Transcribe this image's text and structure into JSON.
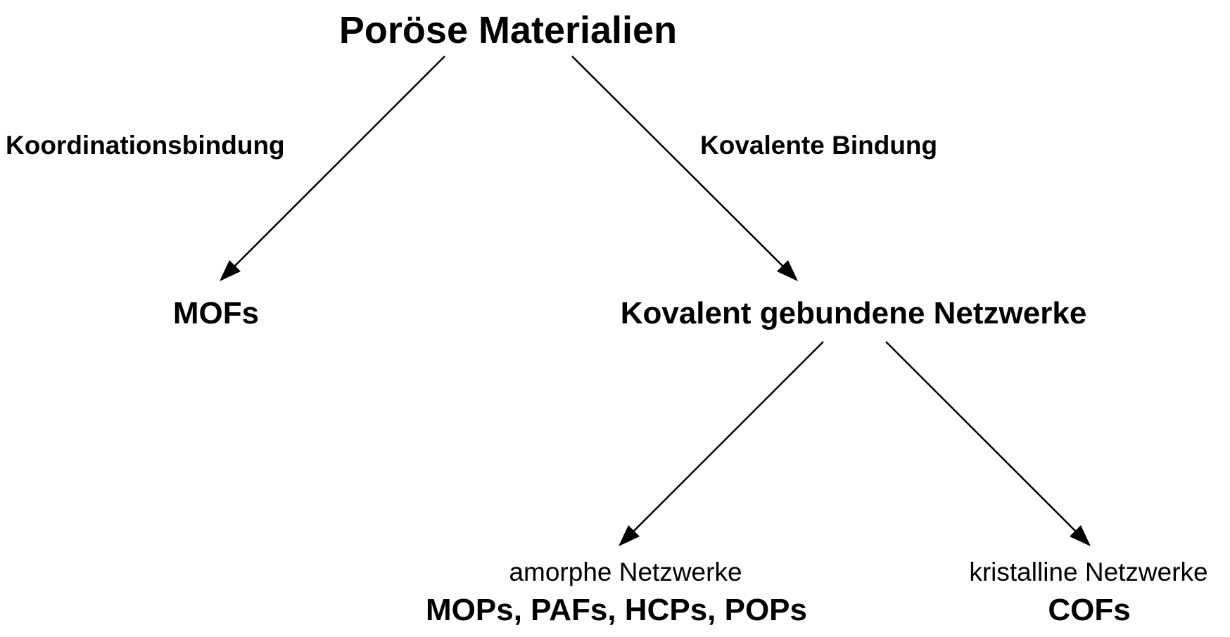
{
  "diagram": {
    "root": {
      "label": "Poröse Materialien"
    },
    "edges": {
      "left": {
        "label": "Koordinationsbindung"
      },
      "right": {
        "label": "Kovalente Bindung"
      }
    },
    "nodes": {
      "mofs": {
        "label": "MOFs"
      },
      "covalent_networks": {
        "label": "Kovalent gebundene Netzwerke"
      },
      "amorphous": {
        "caption": "amorphe Netzwerke",
        "label": "MOPs, PAFs, HCPs, POPs"
      },
      "crystalline": {
        "caption": "kristalline Netzwerke",
        "label": "COFs"
      }
    },
    "colors": {
      "ink": "#000000",
      "background": "#ffffff"
    }
  }
}
